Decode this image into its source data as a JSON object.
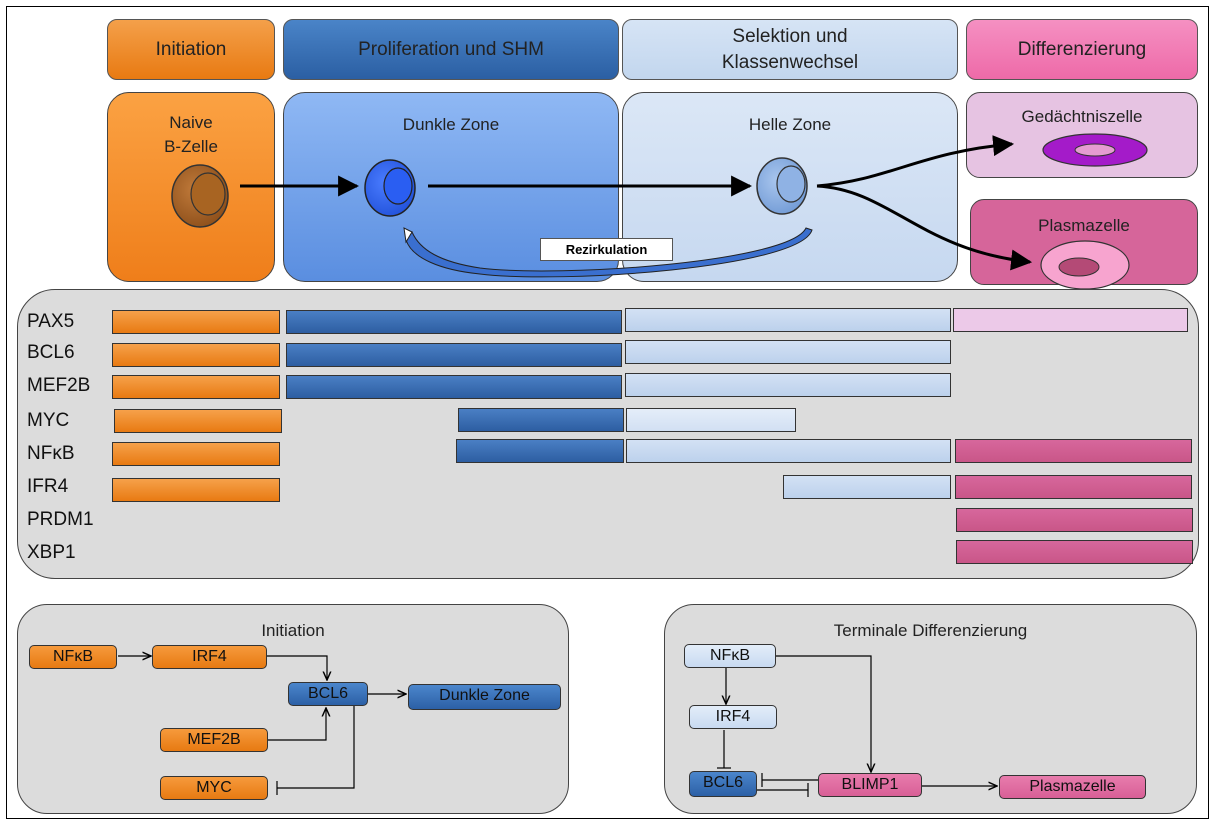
{
  "headers": {
    "initiation": "Initiation",
    "proliferation": "Proliferation und SHM",
    "selection_line1": "Selektion und",
    "selection_line2": "Klassenwechsel",
    "differentiation": "Differenzierung"
  },
  "zones": {
    "naive_line1": "Naive",
    "naive_line2": "B-Zelle",
    "dark": "Dunkle Zone",
    "light": "Helle Zone",
    "memory": "Gedächtniszelle",
    "plasma": "Plasmazelle",
    "recirculation": "Rezirkulation"
  },
  "genes": [
    "PAX5",
    "BCL6",
    "MEF2B",
    "MYC",
    "NFκB",
    "IFR4",
    "PRDM1",
    "XBP1"
  ],
  "initiation_panel": {
    "title": "Initiation",
    "nfkb": "NFκB",
    "irf4": "IRF4",
    "bcl6": "BCL6",
    "dark_zone": "Dunkle Zone",
    "mef2b": "MEF2B",
    "myc": "MYC"
  },
  "terminal_panel": {
    "title": "Terminale Differenzierung",
    "nfkb": "NFκB",
    "irf4": "IRF4",
    "bcl6": "BCL6",
    "blimp1": "BLIMP1",
    "plasma": "Plasmazelle"
  },
  "colors": {
    "orange": "#e87a12",
    "dark_blue": "#2d5ea2",
    "light_blue": "#c2d6ee",
    "pink": "#d7679c",
    "panel_gray": "#dcdcdc"
  }
}
